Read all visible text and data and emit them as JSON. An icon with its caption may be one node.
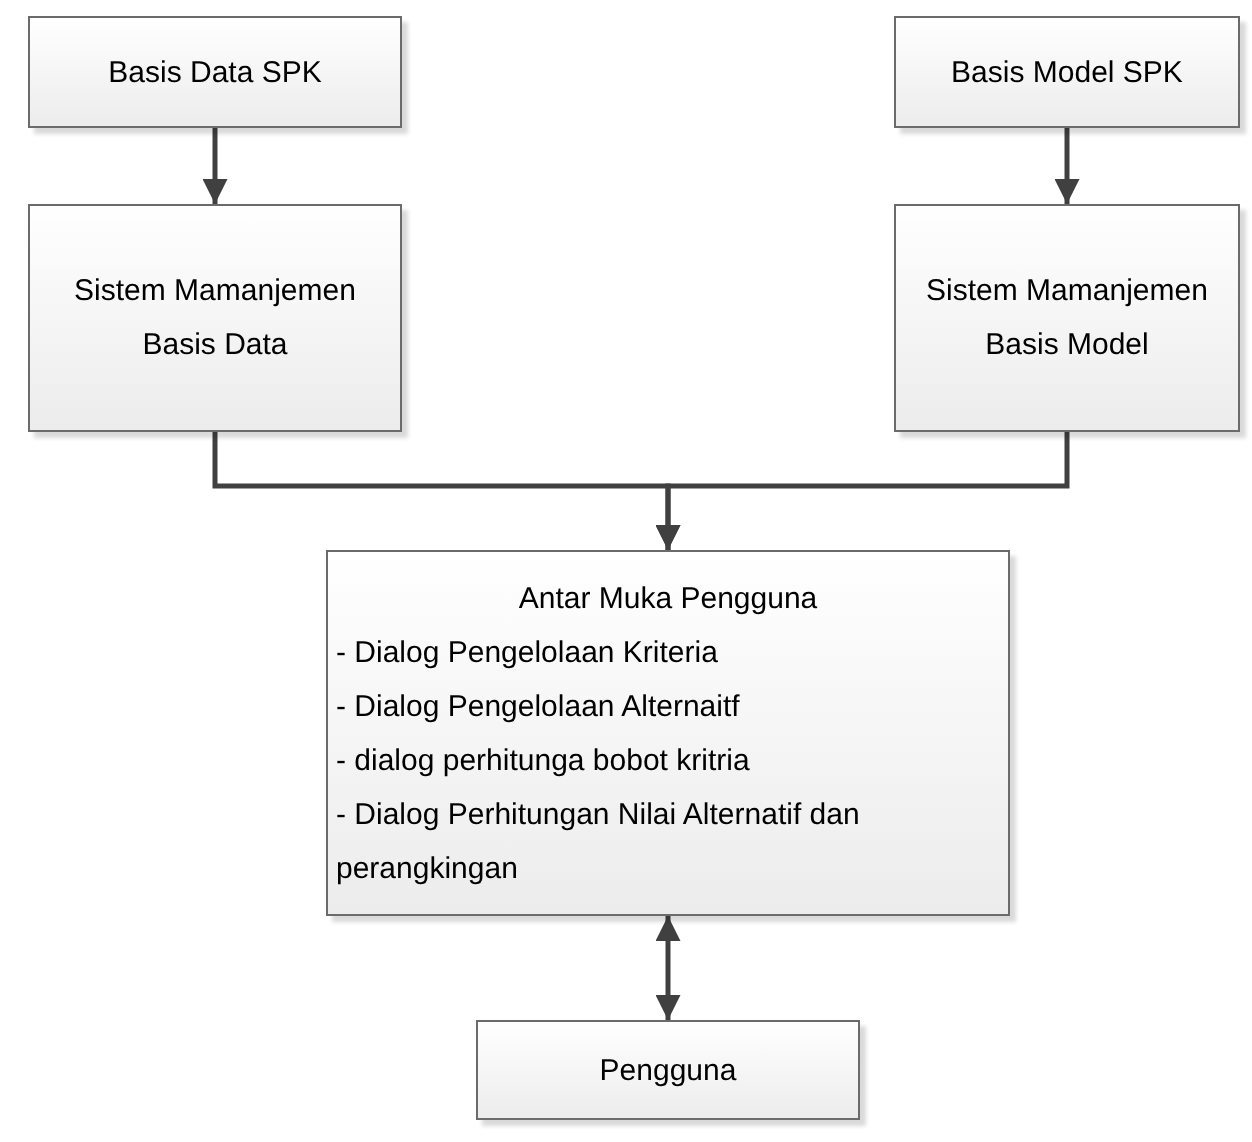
{
  "diagram": {
    "nodes": [
      {
        "text": [
          "Basis Data SPK"
        ]
      },
      {
        "text": [
          "Basis Model SPK"
        ]
      },
      {
        "text": [
          "Sistem Mamanjemen Basis Data"
        ]
      },
      {
        "text": [
          "Sistem Mamanjemen Basis Model"
        ]
      },
      {
        "text": [
          "Antar Muka Pengguna",
          "- Dialog Pengelolaan Kriteria",
          "- Dialog Pengelolaan Alternaitf",
          "- dialog perhitunga bobot kritria",
          "- Dialog Perhitungan Nilai Alternatif dan perangkingan"
        ]
      },
      {
        "text": [
          "Pengguna"
        ]
      }
    ],
    "edges": [
      {
        "from": 0,
        "to": 2,
        "arrow": "to"
      },
      {
        "from": 1,
        "to": 3,
        "arrow": "to"
      },
      {
        "from": 2,
        "to": 4,
        "arrow": "to"
      },
      {
        "from": 3,
        "to": 4,
        "arrow": "to"
      },
      {
        "from": 4,
        "to": 5,
        "arrow": "both"
      }
    ]
  }
}
